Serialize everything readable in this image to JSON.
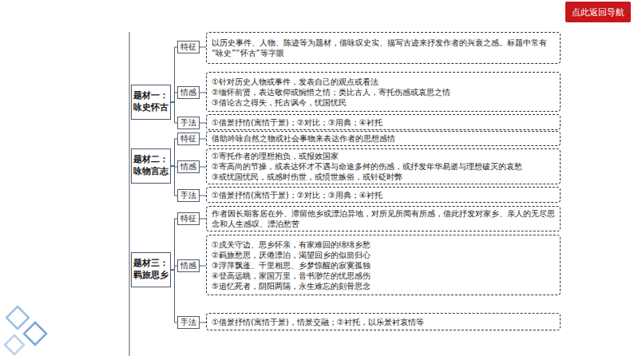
{
  "diagram": {
    "nodes": [
      {
        "text": [
          "点此返回导航"
        ]
      },
      {
        "text": [
          "题材一： 咏史怀古"
        ]
      },
      {
        "text": [
          "特征"
        ]
      },
      {
        "text": [
          "以历史事件、人物、陈迹等为题材，借咏叹史实、描写古迹来抒发作者的兴衰之感。标题中常有“咏史”“怀古”等字眼"
        ]
      },
      {
        "text": [
          "情感"
        ]
      },
      {
        "text": [
          "①针对历史人物或事件，发表自己的观点或看法",
          "②缅怀前贤，表达敬仰或惋惜之情；类比古人，寄托伤感或哀思之情",
          "③借论古之得失，托古讽今，忧国忧民"
        ]
      },
      {
        "text": [
          "手法"
        ]
      },
      {
        "text": [
          "①借景抒情(寓情于景)；②对比；③用典；④衬托"
        ]
      },
      {
        "text": [
          "题材二： 咏物言志"
        ]
      },
      {
        "text": [
          "特征"
        ]
      },
      {
        "text": [
          "借助吟咏自然之物或社会事物来表达作者的思想感情"
        ]
      },
      {
        "text": [
          "情感"
        ]
      },
      {
        "text": [
          "①寄托作者的理想抱负，或报效国家",
          "②寄高尚的节操，或表达怀才不遇与命途多舛的伤感，或抒发年华易逝与理想破灭的哀愁",
          "③或忧国忧民，或感时伤世，或愤世嫉俗，或针砭时弊"
        ]
      },
      {
        "text": [
          "手法"
        ]
      },
      {
        "text": [
          "①借景抒情(寓情于景)；②对比；③用典；④衬托"
        ]
      },
      {
        "text": [
          "题材三： 羁旅思乡"
        ]
      },
      {
        "text": [
          "特征"
        ]
      },
      {
        "text": [
          "作者因长期客居在外、滞留他乡或漂泊异地，对所见所闻有所感，借此抒发对家乡、亲人的无尽思念和人生感叹、漂泊愁苦"
        ]
      },
      {
        "text": [
          "情感"
        ]
      },
      {
        "text": [
          "①戍关守边、思乡怀亲，有家难回的绵绵乡愁",
          "②羁旅愁思，厌倦漂泊，渴望回乡的似箭归心",
          "③浮萍飘蓬、千里相思、乡梦惊醒的寂寞孤独",
          "④登高远眺，家国万里，音书渺茫的忧思感伤",
          "⑤追忆死者，阴阳两隔，永生难忘的刻骨思念"
        ]
      },
      {
        "text": [
          "手法"
        ]
      },
      {
        "text": [
          "①借景抒情(寓情于景)，情景交融；②衬托，以乐景衬哀情等"
        ]
      }
    ],
    "edges": [
      {
        "from": 1,
        "to": 2,
        "arrow": "none"
      },
      {
        "from": 1,
        "to": 4,
        "arrow": "none"
      },
      {
        "from": 1,
        "to": 6,
        "arrow": "none"
      },
      {
        "from": 2,
        "to": 3,
        "arrow": "none"
      },
      {
        "from": 4,
        "to": 5,
        "arrow": "none"
      },
      {
        "from": 6,
        "to": 7,
        "arrow": "none"
      },
      {
        "from": 8,
        "to": 9,
        "arrow": "none"
      },
      {
        "from": 8,
        "to": 11,
        "arrow": "none"
      },
      {
        "from": 8,
        "to": 13,
        "arrow": "none"
      },
      {
        "from": 9,
        "to": 10,
        "arrow": "none"
      },
      {
        "from": 11,
        "to": 12,
        "arrow": "none"
      },
      {
        "from": 13,
        "to": 14,
        "arrow": "none"
      },
      {
        "from": 15,
        "to": 16,
        "arrow": "none"
      },
      {
        "from": 15,
        "to": 18,
        "arrow": "none"
      },
      {
        "from": 15,
        "to": 20,
        "arrow": "none"
      },
      {
        "from": 16,
        "to": 17,
        "arrow": "none"
      },
      {
        "from": 18,
        "to": 19,
        "arrow": "none"
      },
      {
        "from": 20,
        "to": 21,
        "arrow": "none"
      }
    ]
  }
}
